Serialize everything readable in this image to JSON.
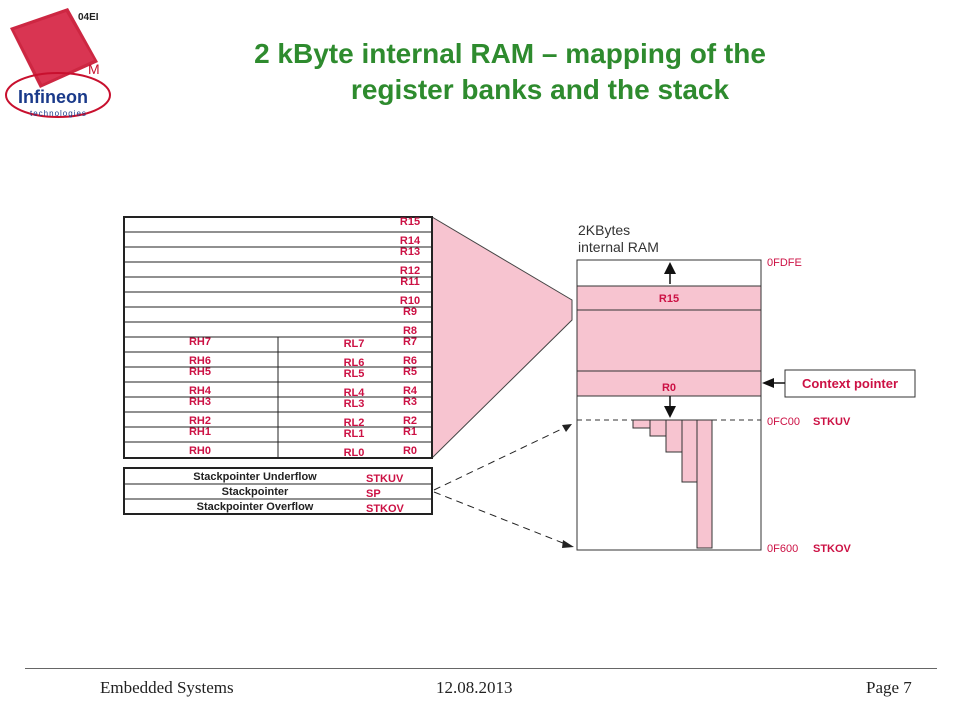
{
  "slide": {
    "title_line1": "2 kByte internal RAM – mapping of the",
    "title_line2": "register banks and the stack"
  },
  "logo": {
    "corner_text": "04EI",
    "m_letter": "M",
    "brand": "Infineon",
    "tagline": "technologies"
  },
  "register_bank": {
    "full_regs": [
      "R15",
      "R14",
      "R13",
      "R12",
      "R11",
      "R10",
      "R9",
      "R8"
    ],
    "split_rows": [
      {
        "high": "RH7",
        "low": "RL7",
        "reg": "R7"
      },
      {
        "high": "RH6",
        "low": "RL6",
        "reg": "R6"
      },
      {
        "high": "RH5",
        "low": "RL5",
        "reg": "R5"
      },
      {
        "high": "RH4",
        "low": "RL4",
        "reg": "R4"
      },
      {
        "high": "RH3",
        "low": "RL3",
        "reg": "R3"
      },
      {
        "high": "RH2",
        "low": "RL2",
        "reg": "R2"
      },
      {
        "high": "RH1",
        "low": "RL1",
        "reg": "R1"
      },
      {
        "high": "RH0",
        "low": "RL0",
        "reg": "R0"
      }
    ]
  },
  "stack_regs": [
    {
      "desc": "Stackpointer Underflow",
      "name": "STKUV"
    },
    {
      "desc": "Stackpointer",
      "name": "SP"
    },
    {
      "desc": "Stackpointer Overflow",
      "name": "STKOV"
    }
  ],
  "ram": {
    "label_line1": "2KBytes",
    "label_line2": "internal RAM",
    "top_bank_reg": "R15",
    "bottom_bank_reg": "R0",
    "addr_top": "0FDFE",
    "addr_mid": "0FC00",
    "addr_bottom": "0F600",
    "stkuv_label": "STKUV",
    "stkov_label": "STKOV",
    "context_pointer": "Context pointer"
  },
  "footer": {
    "left": "Embedded Systems",
    "center": "12.08.2013",
    "right": "Page 7"
  },
  "colors": {
    "title_green": "#2e8b2e",
    "register_red": "#cc1144",
    "bank_pink": "#f7c4d0",
    "logo_red": "#c8102e"
  }
}
